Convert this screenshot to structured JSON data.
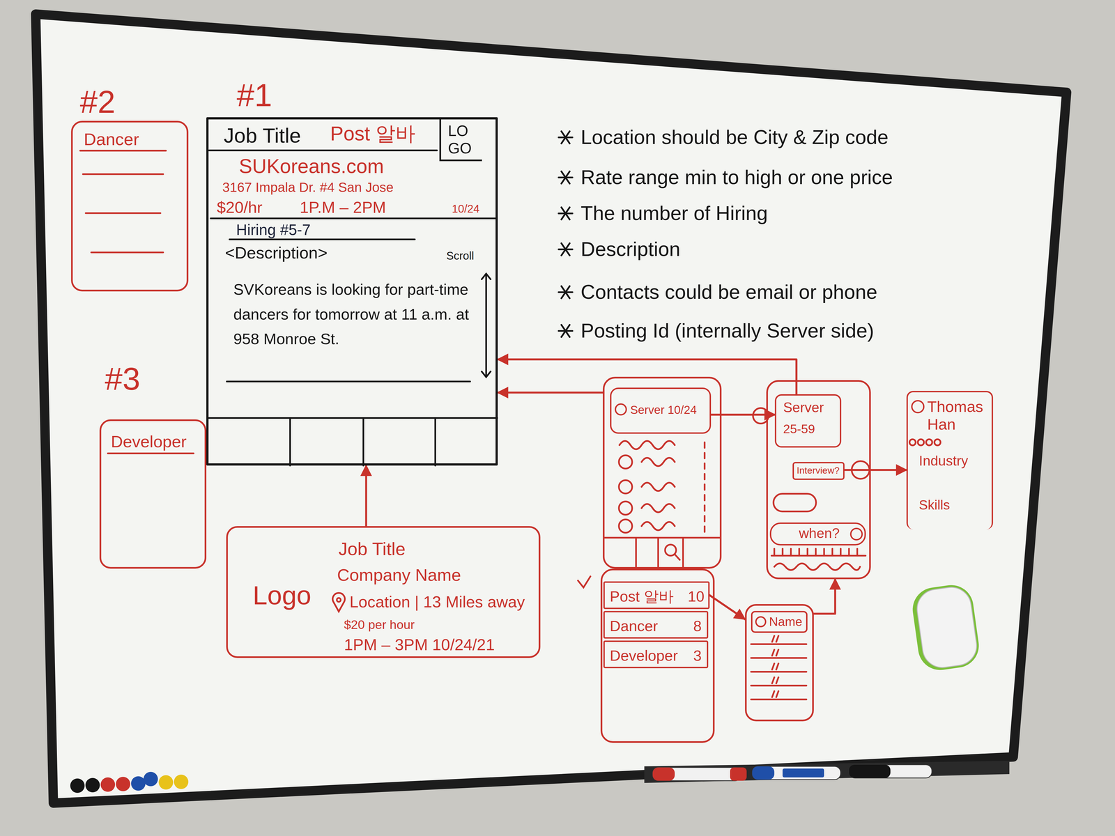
{
  "diagram": {
    "nodes": [
      {
        "text": [
          "#2",
          "Dancer"
        ]
      },
      {
        "text": [
          "#1",
          "Job Title",
          "Post 알바",
          "SUKoreans.com",
          "3167 Impala Dr. #4 San Jose",
          "$20/hr",
          "1P.M – 2PM",
          "10/24",
          "Hiring #5-7",
          "<Description>",
          "Scroll",
          "SVKoreans is looking for part-time dancers for tomorrow at 11 a.m. at 958 Monroe St."
        ]
      },
      {
        "text": [
          "LO GO"
        ],
        "in": 1
      },
      {
        "text": [
          "#3",
          "Developer"
        ]
      },
      {
        "text": [
          "Logo",
          "Job Title",
          "Company Name",
          "Location | 13 Miles away",
          "$20 per hour",
          "1PM – 3PM 10/24/21"
        ]
      },
      {
        "text": []
      },
      {
        "text": [
          "Server 10/24"
        ],
        "in": 5
      },
      {
        "text": []
      },
      {
        "text": [
          "Post 알바",
          "10"
        ],
        "in": 7
      },
      {
        "text": [
          "Dancer",
          "8"
        ],
        "in": 7
      },
      {
        "text": [
          "Developer",
          "3"
        ],
        "in": 7
      },
      {
        "text": []
      },
      {
        "text": [
          "Name"
        ],
        "in": 11
      },
      {
        "text": []
      },
      {
        "text": [
          "Server",
          "25-59"
        ],
        "in": 13
      },
      {
        "text": [
          "Interview?"
        ],
        "in": 13
      },
      {
        "text": [
          "when?"
        ],
        "in": 13
      },
      {
        "text": [
          "Thomas Han",
          "Industry",
          "Skills"
        ]
      }
    ],
    "edges": [
      {
        "from": 4,
        "to": 1,
        "arrow": "to"
      },
      {
        "from": 6,
        "to": 14,
        "arrow": "to"
      },
      {
        "from": 5,
        "to": 1,
        "arrow": "to"
      },
      {
        "from": 14,
        "to": 1,
        "arrow": "to"
      },
      {
        "from": 15,
        "to": 17,
        "arrow": "to"
      },
      {
        "from": 8,
        "to": 11,
        "arrow": "to"
      },
      {
        "from": 11,
        "to": 13,
        "arrow": "to"
      }
    ],
    "labels": [
      "Location should be City & Zip code",
      "Rate range min to high or one price",
      "The number of Hiring",
      "Description",
      "Contacts could be email or phone",
      "Posting Id (internally Server side)"
    ]
  }
}
